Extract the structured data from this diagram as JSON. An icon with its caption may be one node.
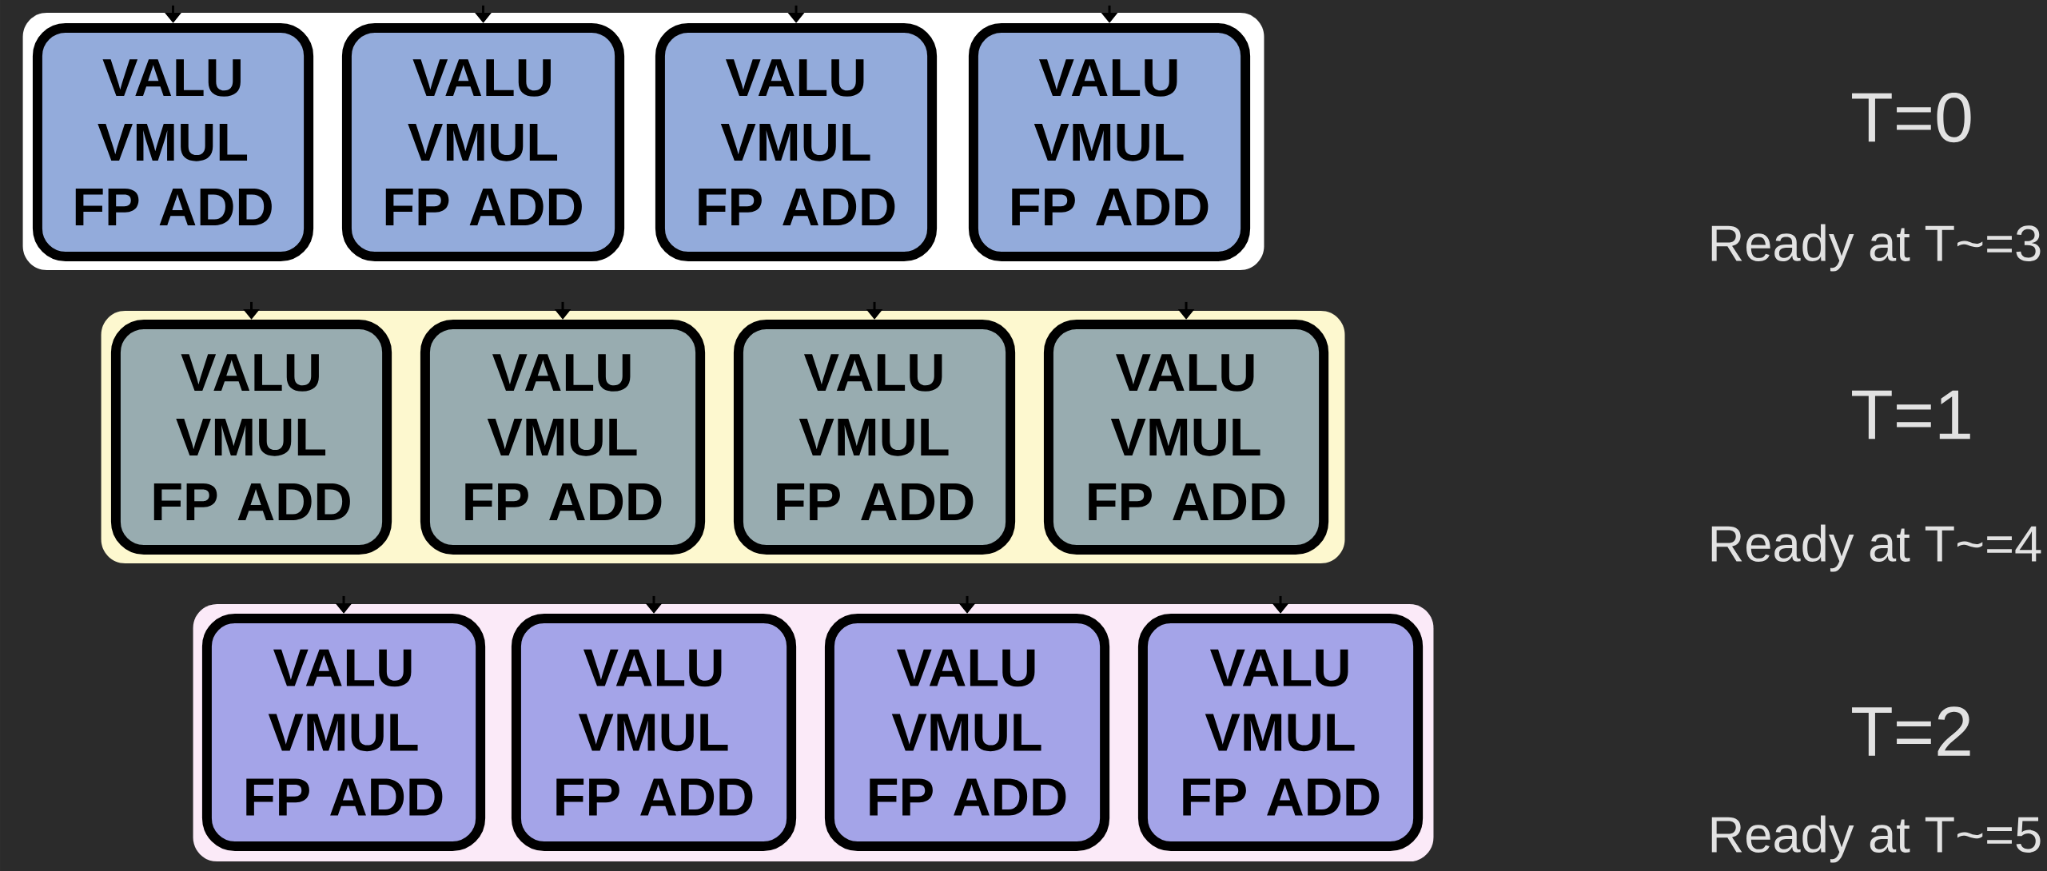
{
  "diagram": {
    "nodes": [
      {
        "text": [],
        "shape": "box"
      },
      {
        "text": [
          "VALU VMUL FP ADD"
        ],
        "in": 0
      },
      {
        "text": [
          "VALU VMUL FP ADD"
        ],
        "in": 0
      },
      {
        "text": [
          "VALU VMUL FP ADD"
        ],
        "in": 0
      },
      {
        "text": [
          "VALU VMUL FP ADD"
        ],
        "in": 0
      },
      {
        "text": [],
        "shape": "box"
      },
      {
        "text": [
          "VALU VMUL FP ADD"
        ],
        "in": 5
      },
      {
        "text": [
          "VALU VMUL FP ADD"
        ],
        "in": 5
      },
      {
        "text": [
          "VALU VMUL FP ADD"
        ],
        "in": 5
      },
      {
        "text": [
          "VALU VMUL FP ADD"
        ],
        "in": 5
      },
      {
        "text": [],
        "shape": "box"
      },
      {
        "text": [
          "VALU VMUL FP ADD"
        ],
        "in": 10
      },
      {
        "text": [
          "VALU VMUL FP ADD"
        ],
        "in": 10
      },
      {
        "text": [
          "VALU VMUL FP ADD"
        ],
        "in": 10
      },
      {
        "text": [
          "VALU VMUL FP ADD"
        ],
        "in": 10
      }
    ],
    "edges": [
      {
        "from": null,
        "to": 1,
        "arrow": "to"
      },
      {
        "from": null,
        "to": 2,
        "arrow": "to"
      },
      {
        "from": null,
        "to": 3,
        "arrow": "to"
      },
      {
        "from": null,
        "to": 4,
        "arrow": "to"
      },
      {
        "from": null,
        "to": 6,
        "arrow": "to"
      },
      {
        "from": null,
        "to": 7,
        "arrow": "to"
      },
      {
        "from": null,
        "to": 8,
        "arrow": "to"
      },
      {
        "from": null,
        "to": 9,
        "arrow": "to"
      },
      {
        "from": null,
        "to": 11,
        "arrow": "to"
      },
      {
        "from": null,
        "to": 12,
        "arrow": "to"
      },
      {
        "from": null,
        "to": 13,
        "arrow": "to"
      },
      {
        "from": null,
        "to": 14,
        "arrow": "to"
      }
    ],
    "labels": [
      "T=0",
      "Ready at T~=3",
      "T=1",
      "Ready at T~=4",
      "T=2",
      "Ready at T~=5"
    ]
  }
}
